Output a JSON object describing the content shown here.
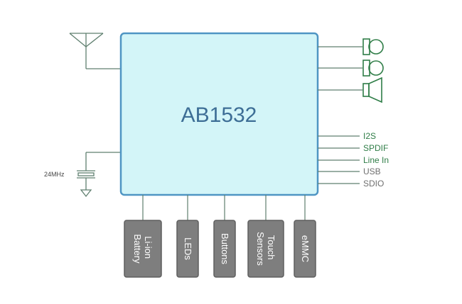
{
  "chip": {
    "name": "AB1532"
  },
  "crystal": {
    "label": "24MHz"
  },
  "signals": [
    {
      "label": "I2S",
      "tone": "green"
    },
    {
      "label": "SPDIF",
      "tone": "green"
    },
    {
      "label": "Line In",
      "tone": "green"
    },
    {
      "label": "USB",
      "tone": "gray"
    },
    {
      "label": "SDIO",
      "tone": "gray"
    }
  ],
  "peripherals": [
    {
      "lines": [
        "Li-ion",
        "Battery"
      ]
    },
    {
      "lines": [
        "LEDs"
      ]
    },
    {
      "lines": [
        "Buttons"
      ]
    },
    {
      "lines": [
        "Touch",
        "Sensors"
      ]
    },
    {
      "lines": [
        "eMMC"
      ]
    }
  ],
  "audio_outputs": [
    "microphone-icon",
    "microphone-icon",
    "speaker-icon"
  ],
  "colors": {
    "chip_fill": "#d3f5f8",
    "chip_border": "#4f95c3",
    "line": "#5f7f6f",
    "icon_green": "#2f7d47",
    "peripheral_fill": "#7e7e7e",
    "peripheral_border": "#5e5e5e"
  }
}
